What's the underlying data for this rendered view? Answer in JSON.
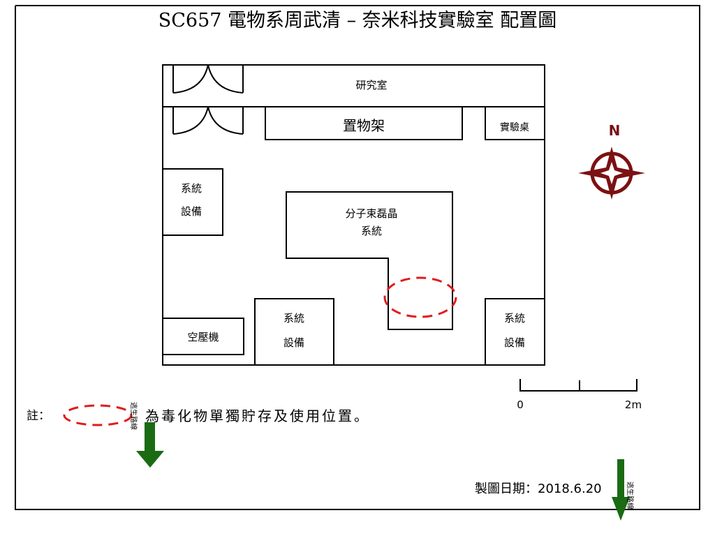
{
  "title": "SC657 電物系周武清 – 奈米科技實驗室 配置圖",
  "rooms": {
    "research_room": "研究室",
    "shelf": "置物架",
    "lab_table": "實驗桌",
    "system_equipment_left": [
      "系統",
      "設備"
    ],
    "mbe_system": [
      "分子束磊晶",
      "系統"
    ],
    "air_compressor": "空壓機",
    "system_equipment_middle": [
      "系統",
      "設備"
    ],
    "system_equipment_right": [
      "系統",
      "設備"
    ]
  },
  "compass": {
    "label": "N",
    "color": "#7b1113"
  },
  "scale": {
    "start": "0",
    "end": "2m"
  },
  "note": {
    "prefix": "註：",
    "text": "為毒化物單獨貯存及使用位置。",
    "marker_color": "#e31b1b"
  },
  "escape_route": {
    "label": "逃生路線",
    "color": "#1a6b12"
  },
  "date": {
    "label": "製圖日期：",
    "value": "2018.6.20"
  }
}
